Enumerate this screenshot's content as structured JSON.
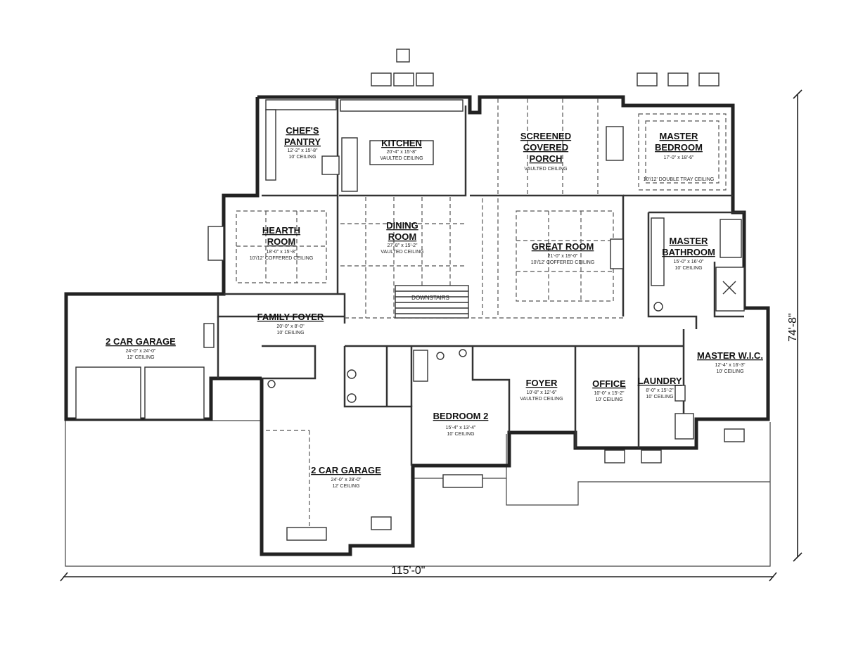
{
  "rooms": {
    "chefs_pantry": {
      "name_1": "CHEF'S",
      "name_2": "PANTRY",
      "dims": "12'-2\" x 15'-8\"",
      "ceiling": "10' CEILING"
    },
    "kitchen": {
      "name": "KITCHEN",
      "dims": "20'-4\" x 15'-8\"",
      "ceiling": "VAULTED CEILING"
    },
    "screened_porch": {
      "name_1": "SCREENED",
      "name_2": "COVERED",
      "name_3": "PORCH",
      "ceiling": "VAULTED CEILING"
    },
    "master_bedroom": {
      "name_1": "MASTER",
      "name_2": "BEDROOM",
      "dims": "17'-0\" x 18'-6\"",
      "ceiling": "10'/12' DOUBLE TRAY CEILING"
    },
    "hearth_room": {
      "name_1": "HEARTH",
      "name_2": "ROOM",
      "dims": "18'-0\" x 15'-8\"",
      "ceiling": "10'/12' COFFERED CEILING"
    },
    "dining_room": {
      "name_1": "DINING",
      "name_2": "ROOM",
      "dims": "27'-8\" x 15'-2\"",
      "ceiling": "VAULTED CEILING"
    },
    "great_room": {
      "name": "GREAT ROOM",
      "dims": "21'-0\" x 19'-0\"",
      "ceiling": "10'/12' COFFERED CEILING"
    },
    "master_bathroom": {
      "name_1": "MASTER",
      "name_2": "BATHROOM",
      "dims": "15'-0\" x 16'-0\"",
      "ceiling": "10' CEILING"
    },
    "family_foyer": {
      "name": "FAMILY FOYER",
      "dims": "20'-0\" x 8'-0\"",
      "ceiling": "10' CEILING"
    },
    "garage_left": {
      "name": "2 CAR GARAGE",
      "dims": "24'-0\" x 24'-0\"",
      "ceiling": "12' CEILING"
    },
    "master_wic": {
      "name": "MASTER W.I.C.",
      "dims": "12'-4\" x 16'-3\"",
      "ceiling": "10' CEILING"
    },
    "foyer": {
      "name": "FOYER",
      "dims": "10'-8\" x 12'-6\"",
      "ceiling": "VAULTED CEILING"
    },
    "office": {
      "name": "OFFICE",
      "dims": "10'-0\" x 15'-2\"",
      "ceiling": "10' CEILING"
    },
    "laundry": {
      "name": "LAUNDRY",
      "dims": "8'-0\" x 15'-2\"",
      "ceiling": "10' CEILING"
    },
    "bedroom_2": {
      "name": "BEDROOM 2",
      "dims": "15'-4\" x 13'-4\"",
      "ceiling": "10' CEILING"
    },
    "garage_main": {
      "name": "2 CAR GARAGE",
      "dims": "24'-0\" x 28'-0\"",
      "ceiling": "12' CEILING"
    }
  },
  "stairs_label": "DOWNSTAIRS",
  "overall_dimensions": {
    "width": "115'-0\"",
    "depth": "74'-8\""
  }
}
